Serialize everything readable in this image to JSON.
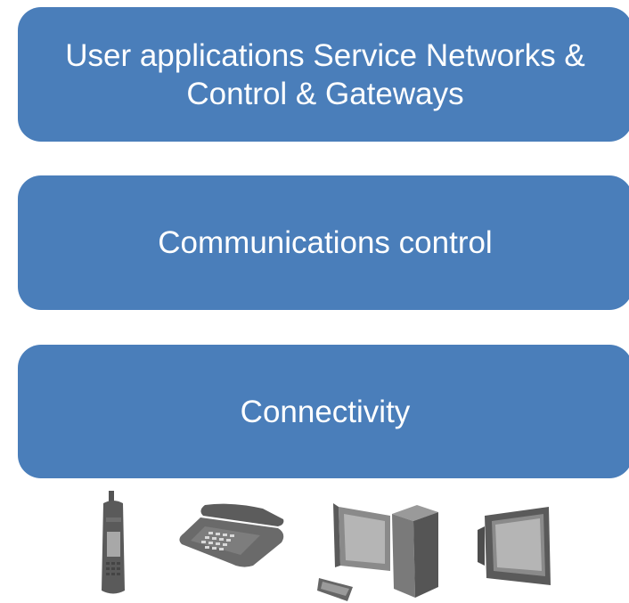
{
  "layers": [
    {
      "id": "service-layer",
      "label": "User applications Service Networks & Control & Gateways"
    },
    {
      "id": "control-layer",
      "label": "Communications control"
    },
    {
      "id": "connectivity-layer",
      "label": "Connectivity"
    }
  ],
  "colors": {
    "layer_fill": "#4a7eba",
    "layer_text": "#ffffff",
    "device_dark": "#555555",
    "device_mid": "#8a8a8a",
    "device_light": "#b5b5b5"
  },
  "devices": [
    {
      "icon": "mobile-phone-icon"
    },
    {
      "icon": "desk-phone-icon"
    },
    {
      "icon": "desktop-computer-icon"
    },
    {
      "icon": "monitor-icon"
    }
  ]
}
